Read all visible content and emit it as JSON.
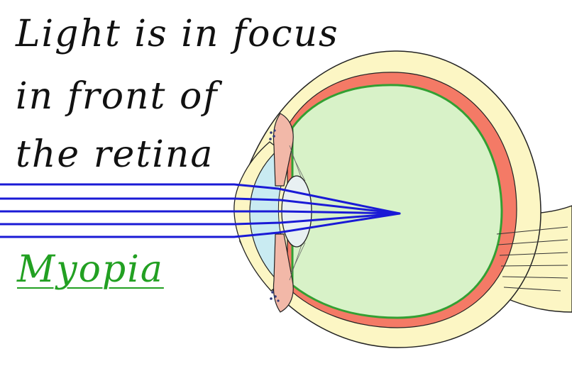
{
  "caption": {
    "lines": [
      "Light is in focus",
      "in front of",
      "the retina"
    ]
  },
  "condition": {
    "label": "Myopia",
    "color": "#22a022"
  },
  "colors": {
    "sclera": "#fcf6c4",
    "choroid": "#f47a66",
    "retina": "#33a033",
    "vitreous": "#d8f2c8",
    "cornea": "#c9ebf2",
    "lens": "#e8f0f2",
    "iris": "#f2b8a8",
    "light_rays": "#1a1ad6",
    "optic_nerve": "#fcf6c4",
    "outline": "#222222"
  },
  "rays": {
    "count": 5,
    "focus": "in front of the retina"
  }
}
